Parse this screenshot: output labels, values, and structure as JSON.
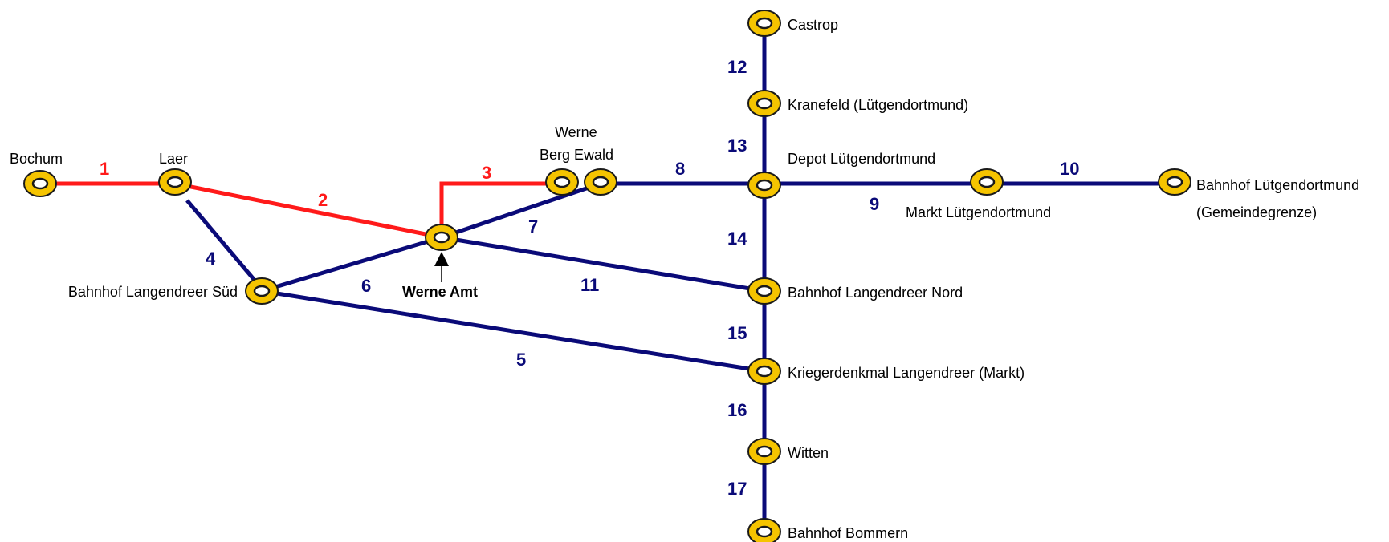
{
  "colors": {
    "red_line": "#ff1a1a",
    "blue_line": "#0a0a78",
    "stop_fill": "#f5c400",
    "red_number": "#ff1a1a",
    "blue_number": "#0a0a78"
  },
  "stops": {
    "bochum": "Bochum",
    "laer": "Laer",
    "werne_berg_ewald_line1": "Werne",
    "werne_berg_ewald_line2": "Berg Ewald",
    "werne_amt": "Werne Amt",
    "bahnhof_langendreer_sued": "Bahnhof Langendreer Süd",
    "castrop": "Castrop",
    "kranefeld": "Kranefeld (Lütgendortmund)",
    "depot": "Depot Lütgendortmund",
    "markt_luetgendortmund": "Markt Lütgendortmund",
    "bahnhof_luetgendortmund_line1": "Bahnhof Lütgendortmund",
    "bahnhof_luetgendortmund_line2": "(Gemeindegrenze)",
    "bahnhof_langendreer_nord": "Bahnhof Langendreer Nord",
    "kriegerdenkmal": "Kriegerdenkmal Langendreer (Markt)",
    "witten": "Witten",
    "bahnhof_bommern": "Bahnhof Bommern"
  },
  "segments": [
    {
      "number": "1",
      "color": "red",
      "from": "Bochum",
      "to": "Laer"
    },
    {
      "number": "2",
      "color": "red",
      "from": "Laer",
      "to": "Werne Amt"
    },
    {
      "number": "3",
      "color": "red",
      "from": "Werne Amt",
      "to": "Werne Berg Ewald"
    },
    {
      "number": "4",
      "color": "blue",
      "from": "Laer",
      "to": "Bahnhof Langendreer Süd"
    },
    {
      "number": "5",
      "color": "blue",
      "from": "Bahnhof Langendreer Süd",
      "to": "Kriegerdenkmal Langendreer (Markt)"
    },
    {
      "number": "6",
      "color": "blue",
      "from": "Bahnhof Langendreer Süd",
      "to": "Werne Amt"
    },
    {
      "number": "7",
      "color": "blue",
      "from": "Werne Amt",
      "to": "Werne Berg Ewald"
    },
    {
      "number": "8",
      "color": "blue",
      "from": "Werne Berg Ewald",
      "to": "Depot Lütgendortmund"
    },
    {
      "number": "9",
      "color": "blue",
      "from": "Depot Lütgendortmund",
      "to": "Markt Lütgendortmund"
    },
    {
      "number": "10",
      "color": "blue",
      "from": "Markt Lütgendortmund",
      "to": "Bahnhof Lütgendortmund"
    },
    {
      "number": "11",
      "color": "blue",
      "from": "Werne Amt",
      "to": "Bahnhof Langendreer Nord"
    },
    {
      "number": "12",
      "color": "blue",
      "from": "Castrop",
      "to": "Kranefeld (Lütgendortmund)"
    },
    {
      "number": "13",
      "color": "blue",
      "from": "Kranefeld (Lütgendortmund)",
      "to": "Depot Lütgendortmund"
    },
    {
      "number": "14",
      "color": "blue",
      "from": "Depot Lütgendortmund",
      "to": "Bahnhof Langendreer Nord"
    },
    {
      "number": "15",
      "color": "blue",
      "from": "Bahnhof Langendreer Nord",
      "to": "Kriegerdenkmal Langendreer (Markt)"
    },
    {
      "number": "16",
      "color": "blue",
      "from": "Kriegerdenkmal Langendreer (Markt)",
      "to": "Witten"
    },
    {
      "number": "17",
      "color": "blue",
      "from": "Witten",
      "to": "Bahnhof Bommern"
    }
  ]
}
